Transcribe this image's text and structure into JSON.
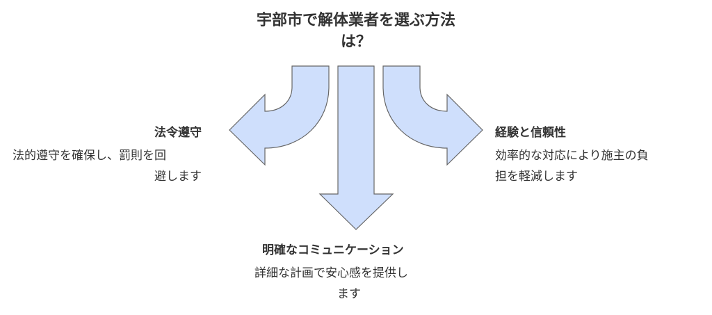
{
  "title_line1": "宇部市で解体業者を選ぶ方法",
  "title_line2": "は？",
  "left": {
    "heading": "法令遵守",
    "line1": "法的遵守を確保し、罰則を回",
    "line2": "避します"
  },
  "right": {
    "heading": "経験と信頼性",
    "line1": "効率的な対応により施主の負",
    "line2": "担を軽減します"
  },
  "bottom": {
    "heading": "明確なコミュニケーション",
    "line1": "詳細な計画で安心感を提供し",
    "line2": "ます"
  },
  "colors": {
    "arrow_fill": "#cfdffc",
    "arrow_stroke": "#666666"
  }
}
